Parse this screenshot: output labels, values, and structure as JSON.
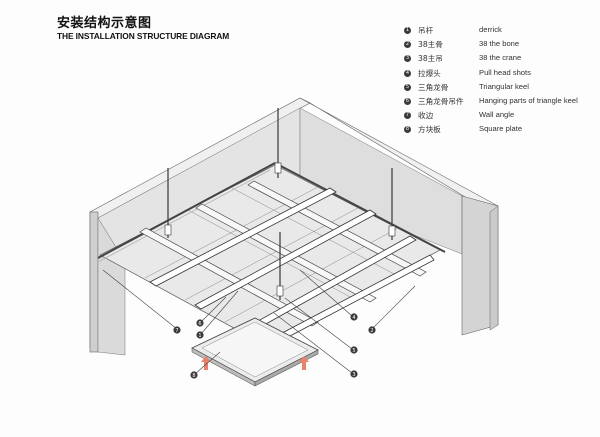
{
  "header": {
    "title_cn": "安装结构示意图",
    "title_en": "THE INSTALLATION STRUCTURE DIAGRAM"
  },
  "legend": [
    {
      "num": "1",
      "cn": "吊杆",
      "en": "derrick"
    },
    {
      "num": "2",
      "cn": "38主骨",
      "en": "38 the bone"
    },
    {
      "num": "3",
      "cn": "38主吊",
      "en": "38 the crane"
    },
    {
      "num": "4",
      "cn": "拉爆头",
      "en": "Pull head shots"
    },
    {
      "num": "5",
      "cn": "三角龙骨",
      "en": "Triangular keel"
    },
    {
      "num": "6",
      "cn": "三角龙骨吊件",
      "en": "Hanging parts of triangle keel"
    },
    {
      "num": "7",
      "cn": "收边",
      "en": "Wall angle"
    },
    {
      "num": "8",
      "cn": "方块板",
      "en": "Square plate"
    }
  ],
  "callouts": [
    {
      "num": "4"
    },
    {
      "num": "2"
    },
    {
      "num": "7"
    },
    {
      "num": "6"
    },
    {
      "num": "1"
    },
    {
      "num": "5"
    },
    {
      "num": "3"
    },
    {
      "num": "8"
    }
  ],
  "colors": {
    "wall_front": "#d9d9d9",
    "wall_top": "#f0f0f0",
    "wall_inner": "#e4e4e4",
    "panel": "#e8e8e8",
    "keel": "#f4f4f4",
    "outline": "#555555",
    "dot": "#3a3a3a",
    "arrow": "#e8826a"
  }
}
